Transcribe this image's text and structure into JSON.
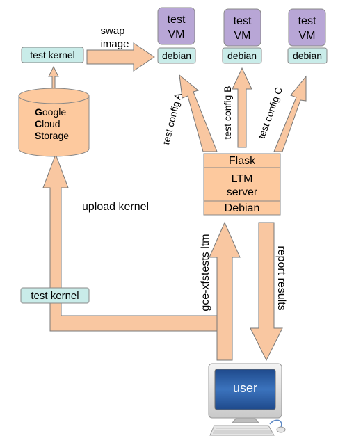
{
  "colors": {
    "arrow_fill": "#f9c7a1",
    "arrow_stroke": "#777777",
    "kernel_box_fill": "#c9ece9",
    "vm_box_fill": "#b8a6d6",
    "server_fill": "#fdc99e",
    "gcs_fill": "#fdc99e",
    "monitor_screen": "#2f5fa6"
  },
  "labels": {
    "test_kernel_top": "test kernel",
    "test_kernel_bottom": "test kernel",
    "swap_line1": "swap",
    "swap_line2": "image",
    "upload": "upload kernel",
    "gce": "gce-xfstests ltm",
    "report": "report results",
    "config_a": "test config A",
    "config_b": "test config B",
    "config_c": "test config C",
    "user": "user"
  },
  "vms": [
    {
      "title1": "test",
      "title2": "VM",
      "os": "debian"
    },
    {
      "title1": "test",
      "title2": "VM",
      "os": "debian"
    },
    {
      "title1": "test",
      "title2": "VM",
      "os": "debian"
    }
  ],
  "server": {
    "top": "Flask",
    "mid1": "LTM",
    "mid2": "server",
    "bottom": "Debian"
  },
  "gcs": {
    "lines": [
      {
        "bold": "G",
        "rest": "oogle"
      },
      {
        "bold": "C",
        "rest": "loud"
      },
      {
        "bold": "S",
        "rest": "torage"
      }
    ]
  },
  "icons": {
    "computer": "computer-icon",
    "storage": "cloud-storage-icon"
  }
}
